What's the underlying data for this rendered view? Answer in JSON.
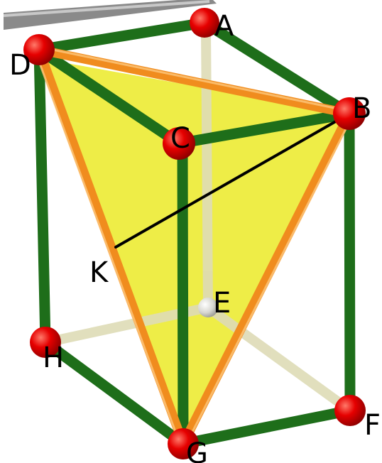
{
  "figure": {
    "type": "3D rectangular prism (cuboid) wireframe with inscribed triangle",
    "vertices": [
      "A",
      "B",
      "C",
      "D",
      "E",
      "F",
      "G",
      "H",
      "K"
    ],
    "labels": {
      "A": "A",
      "B": "B",
      "C": "C",
      "D": "D",
      "E": "E",
      "F": "F",
      "G": "G",
      "H": "H",
      "K": "K"
    },
    "edges_visible": [
      "A-B",
      "A-D",
      "B-C",
      "C-D",
      "D-H",
      "C-G",
      "B-F",
      "H-G",
      "G-F"
    ],
    "edges_hidden": [
      "A-E",
      "E-H",
      "E-F"
    ],
    "triangle": [
      "D",
      "B",
      "G"
    ],
    "segment": [
      "B",
      "K"
    ],
    "colors": {
      "edge": "#1e6e1a",
      "edge_hidden": "#dedbb6",
      "triangle_edge": "#f08c1e",
      "triangle_fill": "#e8e600",
      "vertex": "#e40000",
      "vertex_hidden": "#c8c8c0",
      "segment": "#000000",
      "top_bar": "#8a8a8a"
    }
  }
}
